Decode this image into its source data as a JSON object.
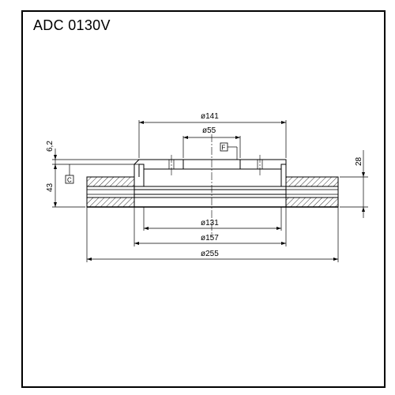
{
  "title": "ADC 0130V",
  "dimensions": {
    "d141": "ø141",
    "d55": "ø55",
    "d131": "ø131",
    "d157": "ø157",
    "d255": "ø255",
    "h6_2": "6,2",
    "h43": "43",
    "h28": "28",
    "ref_f": "F",
    "ref_c": "C"
  },
  "colors": {
    "line": "#000000",
    "background": "#ffffff"
  }
}
